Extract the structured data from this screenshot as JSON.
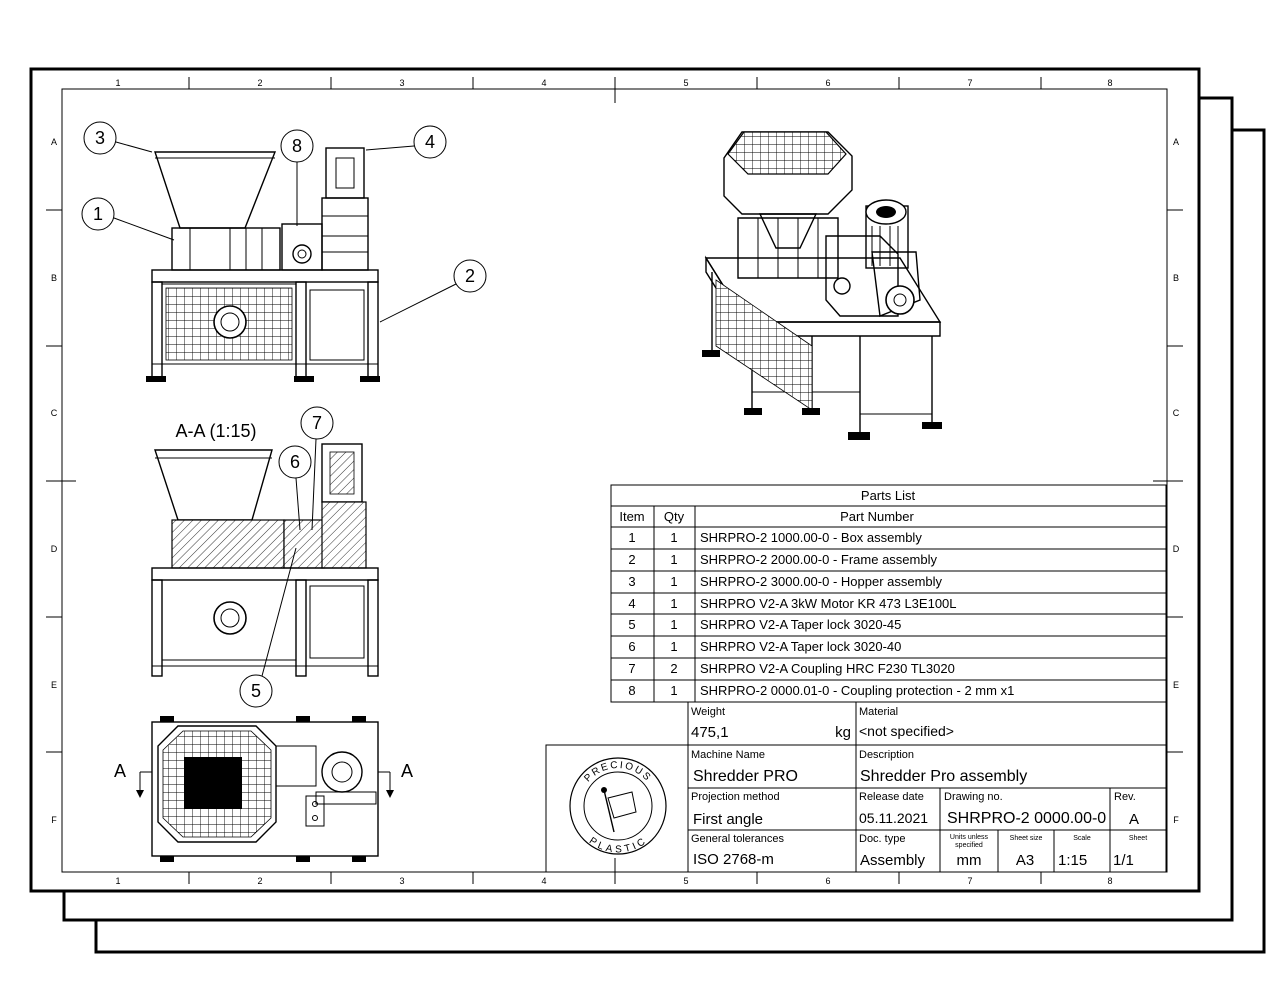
{
  "drawing_views": {
    "section_title": "A-A (1:15)",
    "section_marker_left": "A",
    "section_marker_right": "A",
    "balloons": [
      "1",
      "2",
      "3",
      "4",
      "5",
      "6",
      "7",
      "8"
    ]
  },
  "border": {
    "columns": [
      "1",
      "2",
      "3",
      "4",
      "5",
      "6",
      "7",
      "8"
    ],
    "rows": [
      "A",
      "B",
      "C",
      "D",
      "E",
      "F"
    ]
  },
  "parts_list": {
    "title": "Parts List",
    "headers": [
      "Item",
      "Qty",
      "Part Number"
    ],
    "rows": [
      {
        "item": "1",
        "qty": "1",
        "part": "SHRPRO-2 1000.00-0 - Box assembly"
      },
      {
        "item": "2",
        "qty": "1",
        "part": "SHRPRO-2 2000.00-0 - Frame assembly"
      },
      {
        "item": "3",
        "qty": "1",
        "part": "SHRPRO-2 3000.00-0 - Hopper assembly"
      },
      {
        "item": "4",
        "qty": "1",
        "part": "SHRPRO V2-A 3kW Motor KR 473 L3E100L"
      },
      {
        "item": "5",
        "qty": "1",
        "part": "SHRPRO V2-A Taper lock 3020-45"
      },
      {
        "item": "6",
        "qty": "1",
        "part": "SHRPRO V2-A Taper lock 3020-40"
      },
      {
        "item": "7",
        "qty": "2",
        "part": "SHRPRO V2-A Coupling HRC F230 TL3020"
      },
      {
        "item": "8",
        "qty": "1",
        "part": "SHRPRO-2 0000.01-0 - Coupling protection - 2 mm x1"
      }
    ]
  },
  "title_block": {
    "logo_top": "PRECIOUS",
    "logo_bottom": "PLASTIC",
    "weight_label": "Weight",
    "weight_value": "475,1",
    "weight_unit": "kg",
    "material_label": "Material",
    "material_value": "<not specified>",
    "machine_name_label": "Machine Name",
    "machine_name_value": "Shredder PRO",
    "description_label": "Description",
    "description_value": "Shredder Pro assembly",
    "projection_label": "Projection method",
    "projection_value": "First angle",
    "release_label": "Release date",
    "release_value": "05.11.2021",
    "drawing_no_label": "Drawing no.",
    "drawing_no_value": "SHRPRO-2 0000.00-0",
    "rev_label": "Rev.",
    "rev_value": "A",
    "tolerances_label": "General tolerances",
    "tolerances_value": "ISO 2768-m",
    "doc_type_label": "Doc. type",
    "doc_type_value": "Assembly",
    "units_label_1": "Units unless",
    "units_label_2": "specified",
    "units_value": "mm",
    "sheet_size_label": "Sheet size",
    "sheet_size_value": "A3",
    "scale_label": "Scale",
    "scale_value": "1:15",
    "sheet_label": "Sheet",
    "sheet_value": "1/1"
  }
}
